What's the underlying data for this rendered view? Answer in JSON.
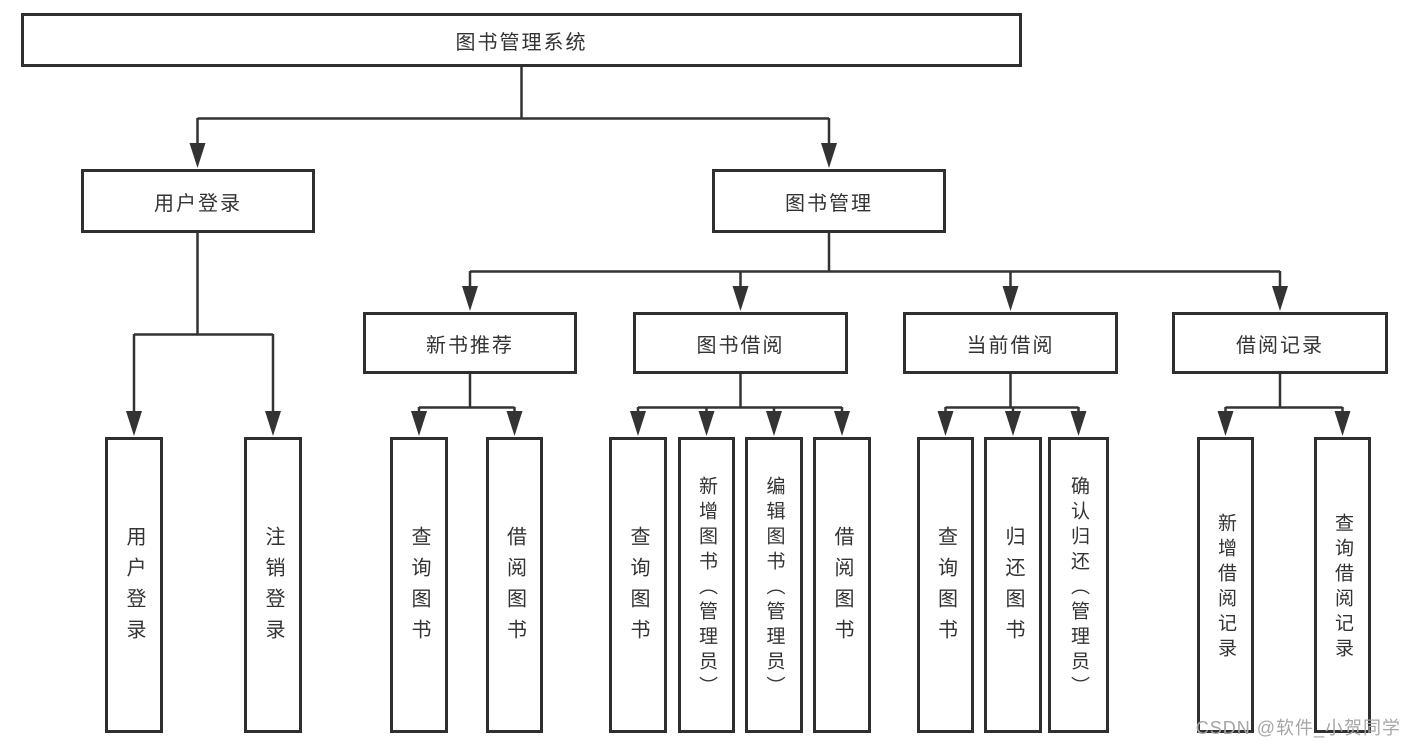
{
  "tree": {
    "label": "图书管理系统",
    "children": [
      {
        "label": "用户登录",
        "children": [
          {
            "label": "用户登录"
          },
          {
            "label": "注销登录"
          }
        ]
      },
      {
        "label": "图书管理",
        "children": [
          {
            "label": "新书推荐",
            "children": [
              {
                "label": "查询图书"
              },
              {
                "label": "借阅图书"
              }
            ]
          },
          {
            "label": "图书借阅",
            "children": [
              {
                "label": "查询图书"
              },
              {
                "label": "新增图书（管理员）"
              },
              {
                "label": "编辑图书（管理员）"
              },
              {
                "label": "借阅图书"
              }
            ]
          },
          {
            "label": "当前借阅",
            "children": [
              {
                "label": "查询图书"
              },
              {
                "label": "归还图书"
              },
              {
                "label": "确认归还（管理员）"
              }
            ]
          },
          {
            "label": "借阅记录",
            "children": [
              {
                "label": "新增借阅记录"
              },
              {
                "label": "查询借阅记录"
              }
            ]
          }
        ]
      }
    ]
  },
  "watermark": {
    "text": "CSDN @软件_小贺同学"
  },
  "colors": {
    "line": "#333333",
    "box_border": "#2f2f2f",
    "text": "#333333",
    "watermark": "#a6a6a6",
    "background": "#ffffff"
  }
}
